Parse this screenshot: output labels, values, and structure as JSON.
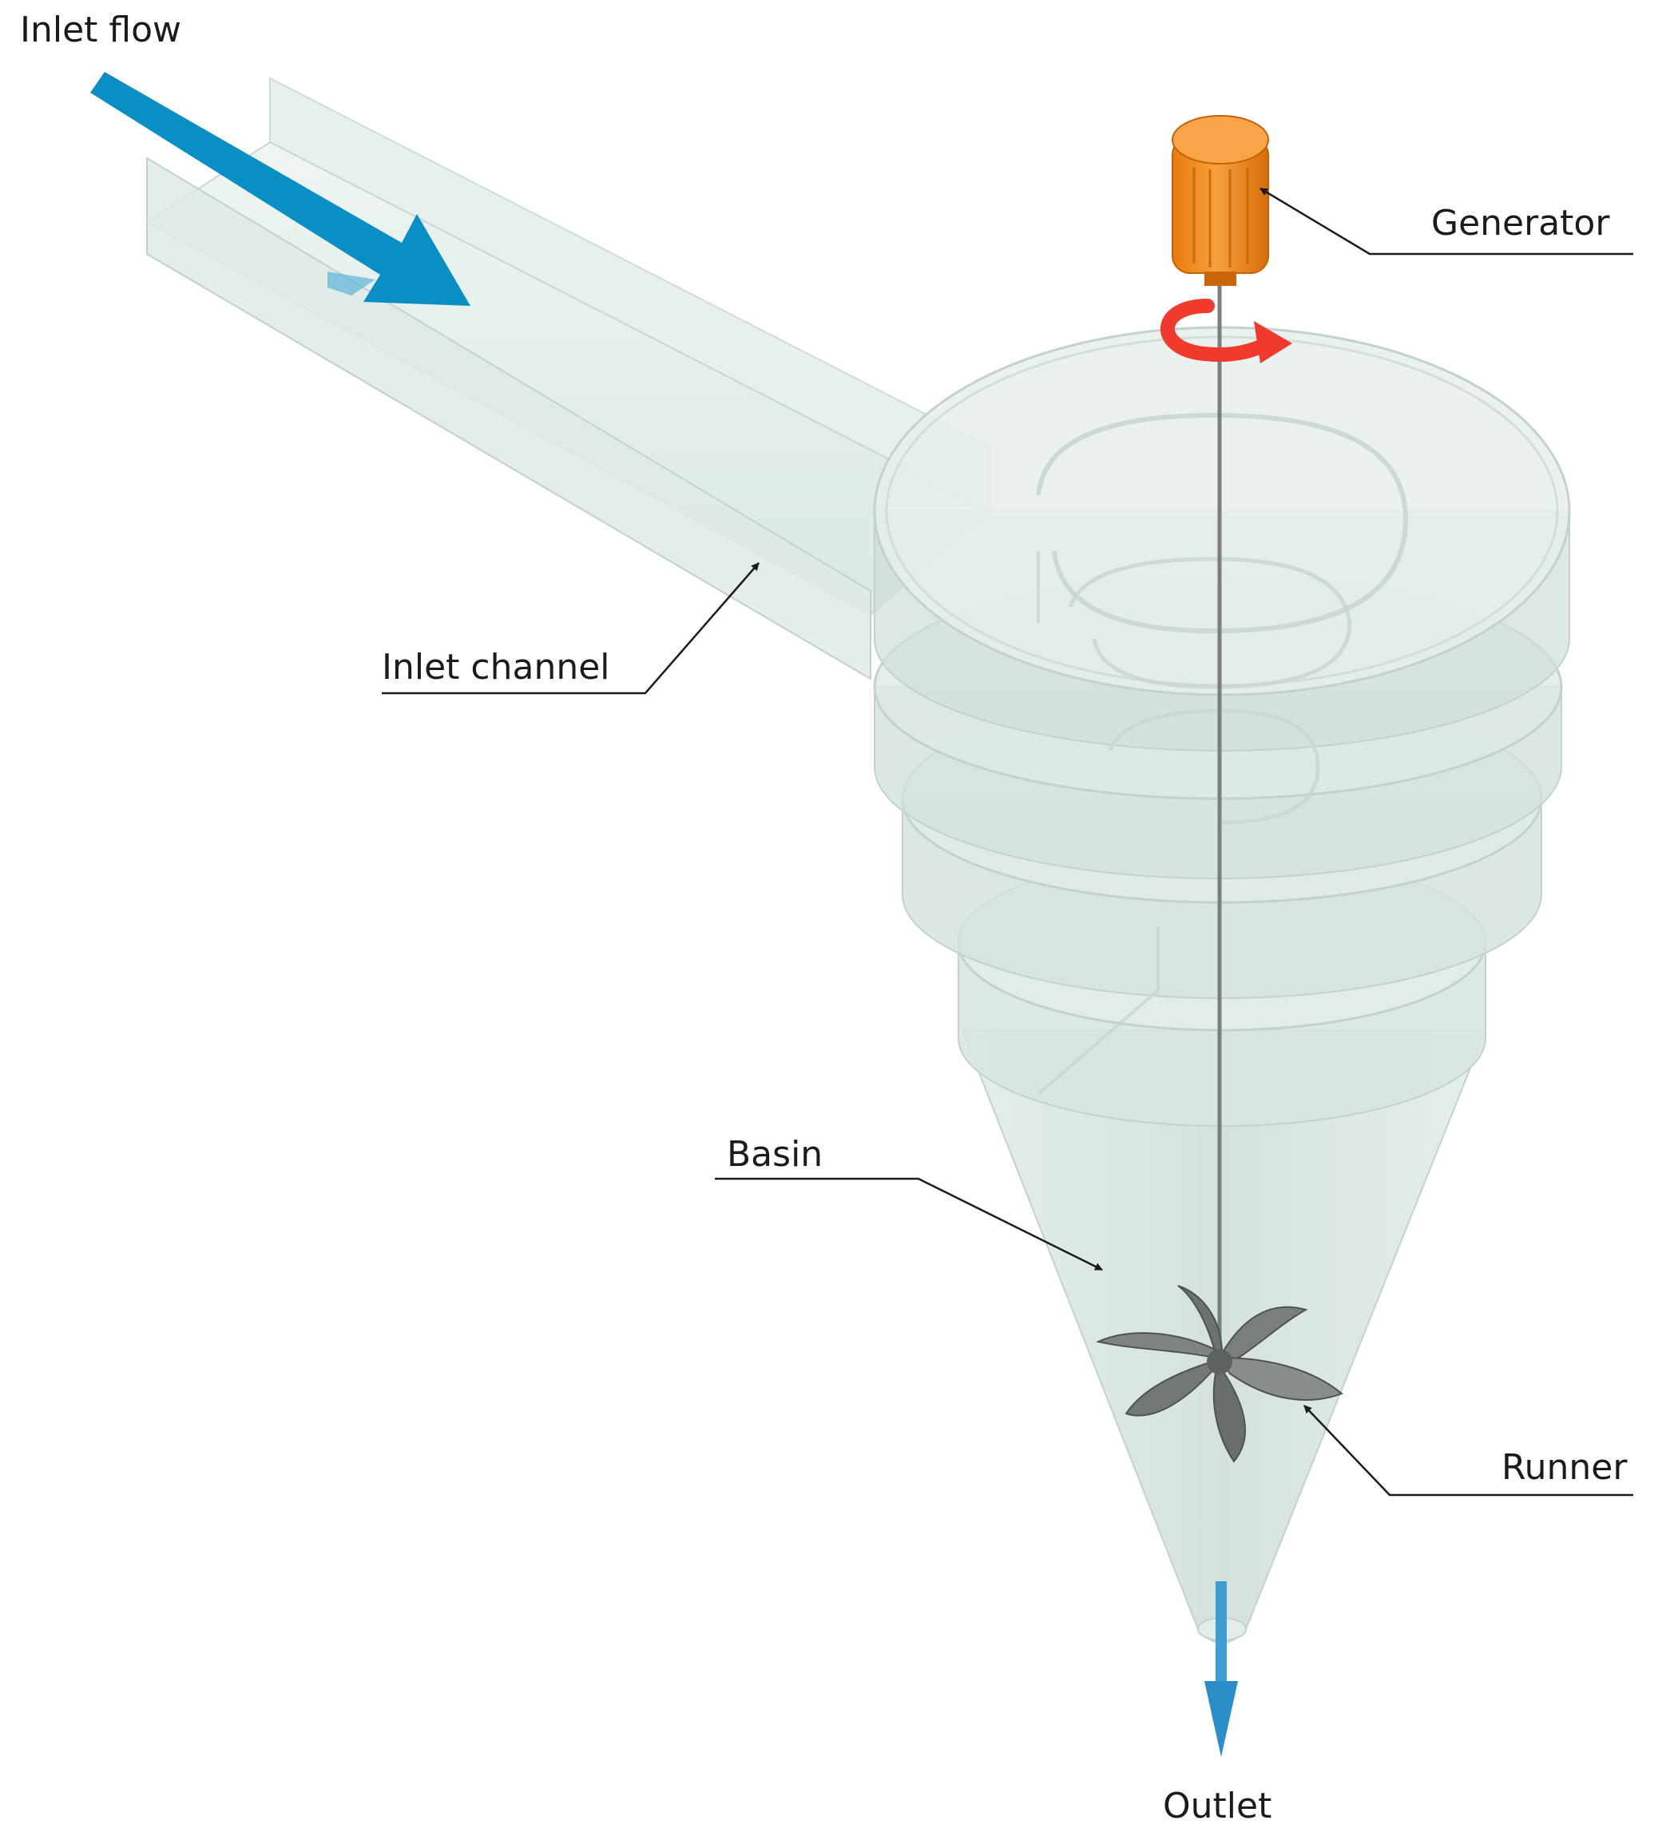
{
  "labels": {
    "inlet_flow": "Inlet flow",
    "generator": "Generator",
    "inlet_channel": "Inlet channel",
    "basin": "Basin",
    "runner": "Runner",
    "outlet": "Outlet"
  },
  "colors": {
    "flow_arrow": "#0a8fc4",
    "outlet_arrow": "#3d9ed2",
    "generator": "#f2891a",
    "generator_dark": "#d06a0a",
    "rotation_arrow": "#f03a2e",
    "vessel": "#dbe8e2",
    "vessel_edge": "#c3d3cc",
    "shaft": "#7a7f80",
    "runner": "#6f7273",
    "leader": "#1b1b1b"
  },
  "icons": {
    "rotation": "curved-rotation-arrow-icon",
    "flow": "flow-arrow-icon"
  }
}
